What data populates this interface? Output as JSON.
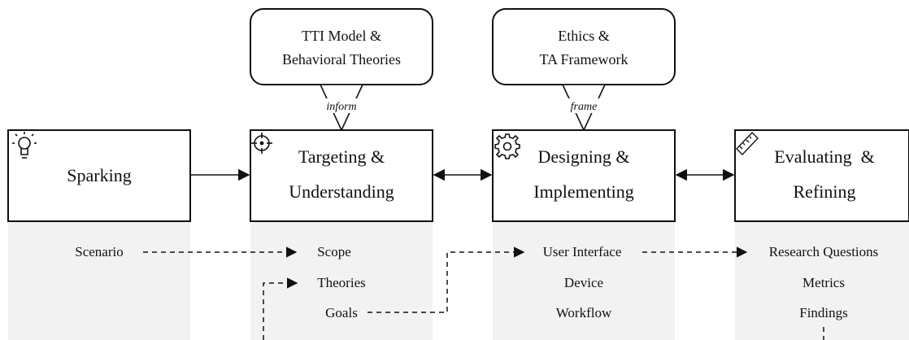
{
  "inputs": {
    "model": {
      "line1": "TTI Model &",
      "line2": "Behavioral Theories",
      "connector_label": "inform"
    },
    "ethics": {
      "line1": "Ethics &",
      "line2": "TA Framework",
      "connector_label": "frame"
    }
  },
  "stages": [
    {
      "id": "sparking",
      "icon": "lightbulb-icon",
      "line1": "Sparking",
      "line2": "",
      "items": [
        "Scenario"
      ]
    },
    {
      "id": "targeting",
      "icon": "crosshair-icon",
      "line1": "Targeting &",
      "line2": "Understanding",
      "items": [
        "Scope",
        "Theories",
        "Goals"
      ]
    },
    {
      "id": "designing",
      "icon": "gear-icon",
      "line1": "Designing &",
      "line2": "Implementing",
      "items": [
        "User Interface",
        "Device",
        "Workflow"
      ]
    },
    {
      "id": "evaluating",
      "icon": "ruler-icon",
      "line1": "Evaluating  &",
      "line2": "Refining",
      "items": [
        "Research Questions",
        "Metrics",
        "Findings"
      ]
    }
  ],
  "colors": {
    "stroke": "#111111",
    "panel": "#f2f2f2",
    "background": "#ffffff"
  }
}
